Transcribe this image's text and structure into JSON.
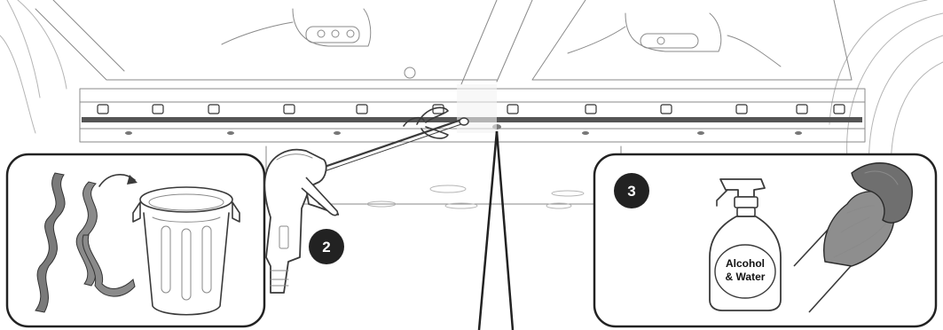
{
  "steps": [
    {
      "number": "2"
    },
    {
      "number": "3"
    }
  ],
  "bottle": {
    "label_line1": "Alcohol",
    "label_line2": "& Water"
  },
  "colors": {
    "outline": "#3a3a3a",
    "light_outline": "#9a9a9a",
    "panel_border": "#222222",
    "step_badge": "#222222",
    "sill_strip": "#555555"
  },
  "icons": [
    "car-sill-icon",
    "crumpled-backing-icon",
    "arrow-icon",
    "trash-can-icon",
    "air-blow-gun-icon",
    "spray-bottle-icon",
    "gloved-hand-icon",
    "cloth-icon",
    "pointer-line-icon"
  ]
}
